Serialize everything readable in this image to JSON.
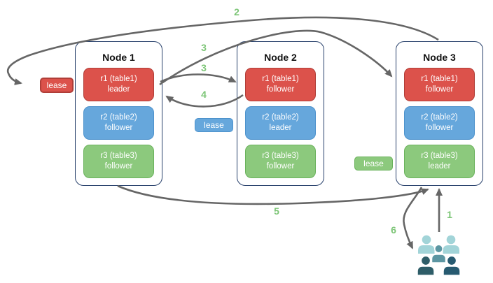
{
  "diagram": {
    "nodes": [
      {
        "title": "Node 1",
        "replicas": [
          {
            "range": "r1 (table1)",
            "role": "leader",
            "color": "red"
          },
          {
            "range": "r2 (table2)",
            "role": "follower",
            "color": "blue"
          },
          {
            "range": "r3 (table3)",
            "role": "follower",
            "color": "green"
          }
        ]
      },
      {
        "title": "Node 2",
        "replicas": [
          {
            "range": "r1 (table1)",
            "role": "follower",
            "color": "red"
          },
          {
            "range": "r2 (table2)",
            "role": "leader",
            "color": "blue"
          },
          {
            "range": "r3 (table3)",
            "role": "follower",
            "color": "green"
          }
        ]
      },
      {
        "title": "Node 3",
        "replicas": [
          {
            "range": "r1 (table1)",
            "role": "follower",
            "color": "red"
          },
          {
            "range": "r2 (table2)",
            "role": "follower",
            "color": "blue"
          },
          {
            "range": "r3 (table3)",
            "role": "leader",
            "color": "green"
          }
        ]
      }
    ],
    "leases": [
      {
        "label": "lease",
        "color": "red"
      },
      {
        "label": "lease",
        "color": "blue"
      },
      {
        "label": "lease",
        "color": "green"
      }
    ],
    "steps": [
      "1",
      "2",
      "3",
      "3",
      "4",
      "5",
      "6"
    ],
    "colors": {
      "red_fill": "#DC524B",
      "red_border": "#B03E38",
      "blue_fill": "#66A7DC",
      "blue_border": "#4D92CC",
      "green_fill": "#8CC97D",
      "green_border": "#6AB25C",
      "node_border": "#27406B",
      "arrow": "#666666",
      "step_label": "#7CC576",
      "users_light": "#A2D4D8",
      "users_medium": "#5C96A2",
      "users_dark_left": "#2E5D68",
      "users_dark_right": "#275A70"
    }
  }
}
